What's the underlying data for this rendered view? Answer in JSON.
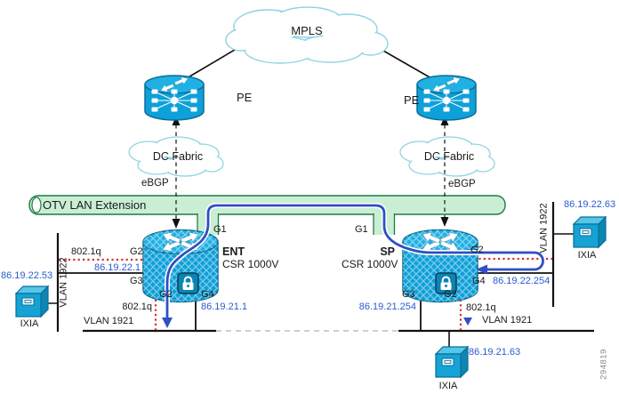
{
  "figure_id": "294819",
  "colors": {
    "device_blue": "#0ea0d8",
    "device_blue_dark": "#0a6e96",
    "otv_green_fill": "#c9eed4",
    "otv_green_border": "#1e7a46",
    "path_blue": "#2f4fc4",
    "dot_red": "#d23030",
    "ip_text_blue": "#2b5bd0",
    "cloud_outline": "#8fd4e2"
  },
  "top": {
    "mpls": "MPLS",
    "pe_left": "PE",
    "pe_right": "PE",
    "dc_fabric_left": "DC Fabric",
    "dc_fabric_right": "DC Fabric",
    "ebgp_left": "eBGP",
    "ebgp_right": "eBGP"
  },
  "otv_bar": {
    "label": "OTV LAN Extension"
  },
  "ent": {
    "name": "ENT",
    "model": "CSR 1000V",
    "port_g1": "G1",
    "port_g2_left": "G2",
    "port_g3": "G3",
    "port_g2_bottom": "G2",
    "port_g4": "G4",
    "trunk_left": "802.1q",
    "trunk_bottom": "802.1q",
    "ip_vlan1922": "86.19.22.1",
    "ip_vlan1921": "86.19.21.1"
  },
  "sp": {
    "name": "SP",
    "model": "CSR 1000V",
    "port_g1": "G1",
    "port_g2_right": "G2",
    "port_g4": "G4",
    "port_g3": "G3",
    "port_g2_bottom": "G2",
    "trunk_bottom": "802.1q",
    "ip_vlan1922": "86.19.22.254",
    "ip_vlan1921": "86.19.21.254"
  },
  "segments": {
    "vlan1922_left": "VLAN 1922",
    "vlan1921_left": "VLAN 1921",
    "vlan1922_right": "VLAN 1922",
    "vlan1921_right": "VLAN 1921"
  },
  "endpoints": {
    "ixia_left": {
      "name": "IXIA",
      "ip": "86.19.22.53"
    },
    "ixia_right": {
      "name": "IXIA",
      "ip": "86.19.22.63"
    },
    "ixia_bottom": {
      "name": "IXIA",
      "ip": "86.19.21.63"
    }
  }
}
